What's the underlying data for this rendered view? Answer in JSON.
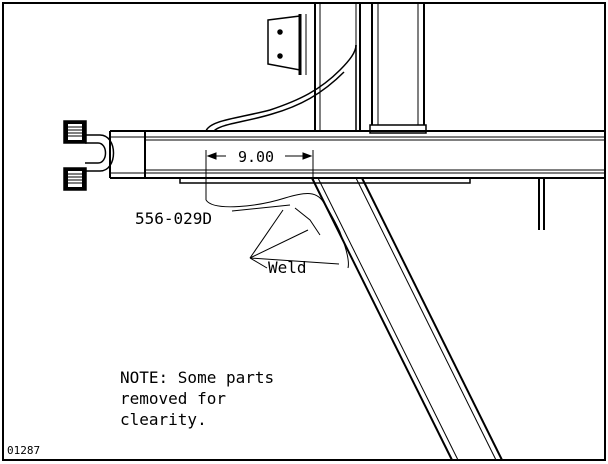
{
  "drawing": {
    "dimension_text": "9.00",
    "part_number": "556-029D",
    "weld_label": "Weld",
    "note_lines": [
      "NOTE: Some parts",
      "removed for",
      "clearity."
    ],
    "drawing_id": "01287"
  },
  "colors": {
    "line": "#000000",
    "background": "#ffffff"
  }
}
